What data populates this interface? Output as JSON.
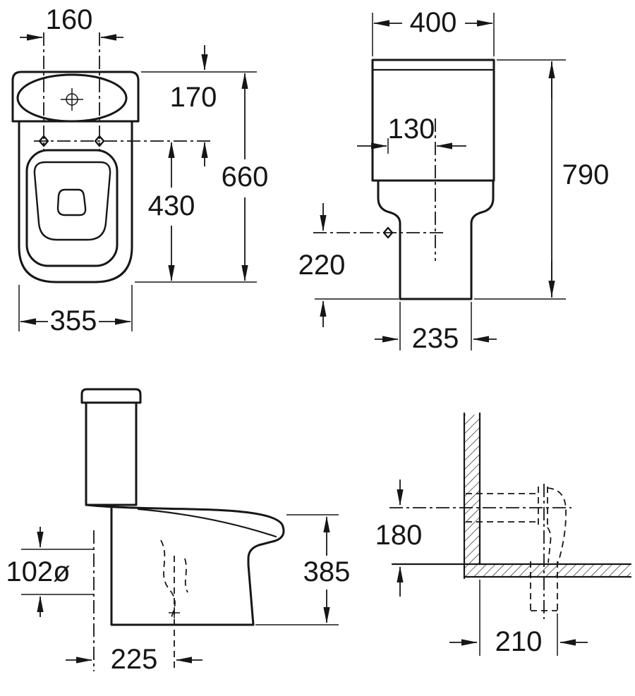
{
  "drawing": {
    "subject": "Close-coupled toilet with cistern - dimensioned orthographic views",
    "units": "mm",
    "line_color": "#161616",
    "background_color": "#ffffff"
  },
  "views": {
    "plan": {
      "dims": {
        "fixing_centres": "160",
        "front_to_fixings": "170",
        "overall_depth": "660",
        "fixings_to_front": "430",
        "overall_width": "355"
      }
    },
    "front": {
      "dims": {
        "cistern_width": "400",
        "inlet_offset": "130",
        "overall_height": "790",
        "inlet_height": "220",
        "pedestal_width": "235"
      }
    },
    "side": {
      "dims": {
        "outlet_diameter": "102ø",
        "rim_height": "385",
        "outlet_setout": "225"
      }
    },
    "outlet_detail": {
      "dims": {
        "outlet_centre_height": "180",
        "wall_to_outlet": "210"
      }
    }
  }
}
